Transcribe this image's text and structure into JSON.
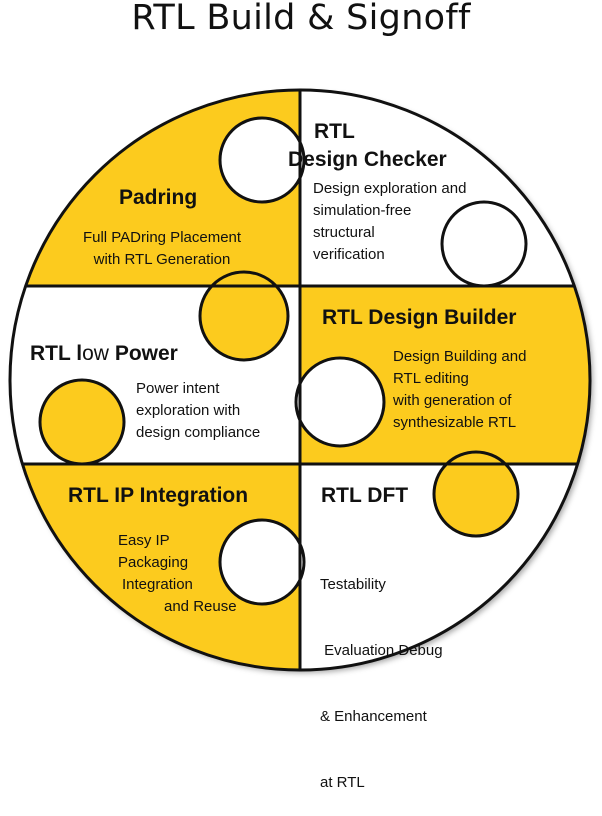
{
  "title": "RTL Build & Signoff",
  "colors": {
    "yellow": "#fccb1e",
    "white": "#ffffff",
    "outline": "#111111"
  },
  "pieces": [
    {
      "id": "padring",
      "heading": "Padring",
      "desc_lines": [
        "Full PADring Placement",
        "with RTL Generation"
      ],
      "fill": "yellow"
    },
    {
      "id": "design-checker",
      "heading_lines": [
        "RTL",
        "Design Checker"
      ],
      "desc_lines": [
        "Design exploration and",
        "simulation-free",
        "structural",
        "verification"
      ],
      "fill": "white"
    },
    {
      "id": "low-power",
      "heading_parts": [
        "RTL l",
        "ow",
        " Power"
      ],
      "desc_lines": [
        "Power intent",
        "exploration with",
        "design compliance"
      ],
      "fill": "white"
    },
    {
      "id": "design-builder",
      "heading": "RTL Design Builder",
      "desc_lines": [
        "Design Building and",
        "RTL editing",
        "with generation of",
        "synthesizable RTL"
      ],
      "fill": "yellow"
    },
    {
      "id": "ip-integration",
      "heading": "RTL IP Integration",
      "desc_lines": [
        "Easy IP",
        "Packaging",
        "Integration",
        "and Reuse"
      ],
      "fill": "yellow"
    },
    {
      "id": "dft",
      "heading": "RTL DFT",
      "desc_lines": [
        "Testability",
        " Evaluation Debug",
        "& Enhancement",
        "at RTL"
      ],
      "fill": "white"
    }
  ]
}
